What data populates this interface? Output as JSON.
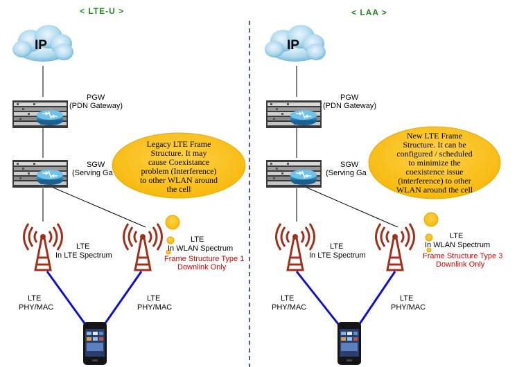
{
  "colors": {
    "title": "#1e8a1e",
    "link_blue": "#1010cc",
    "bubble": "#ffc000",
    "tower": "#a0301c",
    "alert": "#e00000",
    "divider": "#2030a0"
  },
  "left": {
    "title": "< LTE-U >",
    "cloud_label": "IP",
    "pgw": [
      "PGW",
      "(PDN Gateway)"
    ],
    "sgw": [
      "SGW",
      "(Serving Ga"
    ],
    "bubble": [
      "Legacy LTE Frame",
      "Structure. It may",
      "cause Coexistance",
      "problem (Interference)",
      "to other WLAN around",
      "the cell"
    ],
    "tower1": [
      "LTE",
      "In LTE Spectrum"
    ],
    "tower2": [
      "LTE",
      "In WLAN Spectrum"
    ],
    "frame": [
      "Frame Structure Type 1",
      "Downlink Only"
    ],
    "phy1": [
      "LTE",
      "PHY/MAC"
    ],
    "phy2": [
      "LTE",
      "PHY/MAC"
    ]
  },
  "right": {
    "title": "< LAA >",
    "cloud_label": "IP",
    "pgw": [
      "PGW",
      "(PDN Gateway)"
    ],
    "sgw": [
      "SGW",
      "(Serving Ga"
    ],
    "bubble": [
      "New LTE Frame",
      "Structure. It can be",
      "configured / scheduled",
      "to minimize the",
      "coexistence issue",
      "(interference) to other",
      "WLAN around the cell"
    ],
    "tower1": [
      "LTE",
      "In LTE Spectrum"
    ],
    "tower2": [
      "LTE",
      "In WLAN Spectrum"
    ],
    "frame": [
      "Frame Structure Type 3",
      "Downlink Only"
    ],
    "phy1": [
      "LTE",
      "PHY/MAC"
    ],
    "phy2": [
      "LTE",
      "PHY/MAC"
    ]
  }
}
